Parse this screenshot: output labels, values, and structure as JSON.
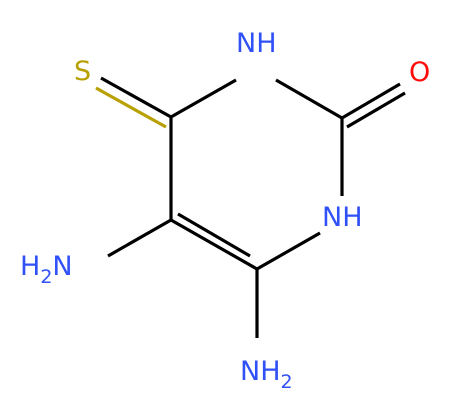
{
  "molecule": {
    "atoms": {
      "sulfur": {
        "text": "S",
        "color": "#b8a000"
      },
      "oxygen": {
        "text": "O",
        "color": "#ff0d0d"
      },
      "n1": {
        "text": "NH",
        "color": "#3050f8"
      },
      "n3": {
        "text": "NH",
        "color": "#3050f8"
      },
      "amine5": {
        "main": "H",
        "sub": "2",
        "tail": "N",
        "color": "#3050f8"
      },
      "amine6": {
        "main": "NH",
        "sub": "2",
        "color": "#3050f8"
      }
    },
    "bond_color": "#000000"
  }
}
